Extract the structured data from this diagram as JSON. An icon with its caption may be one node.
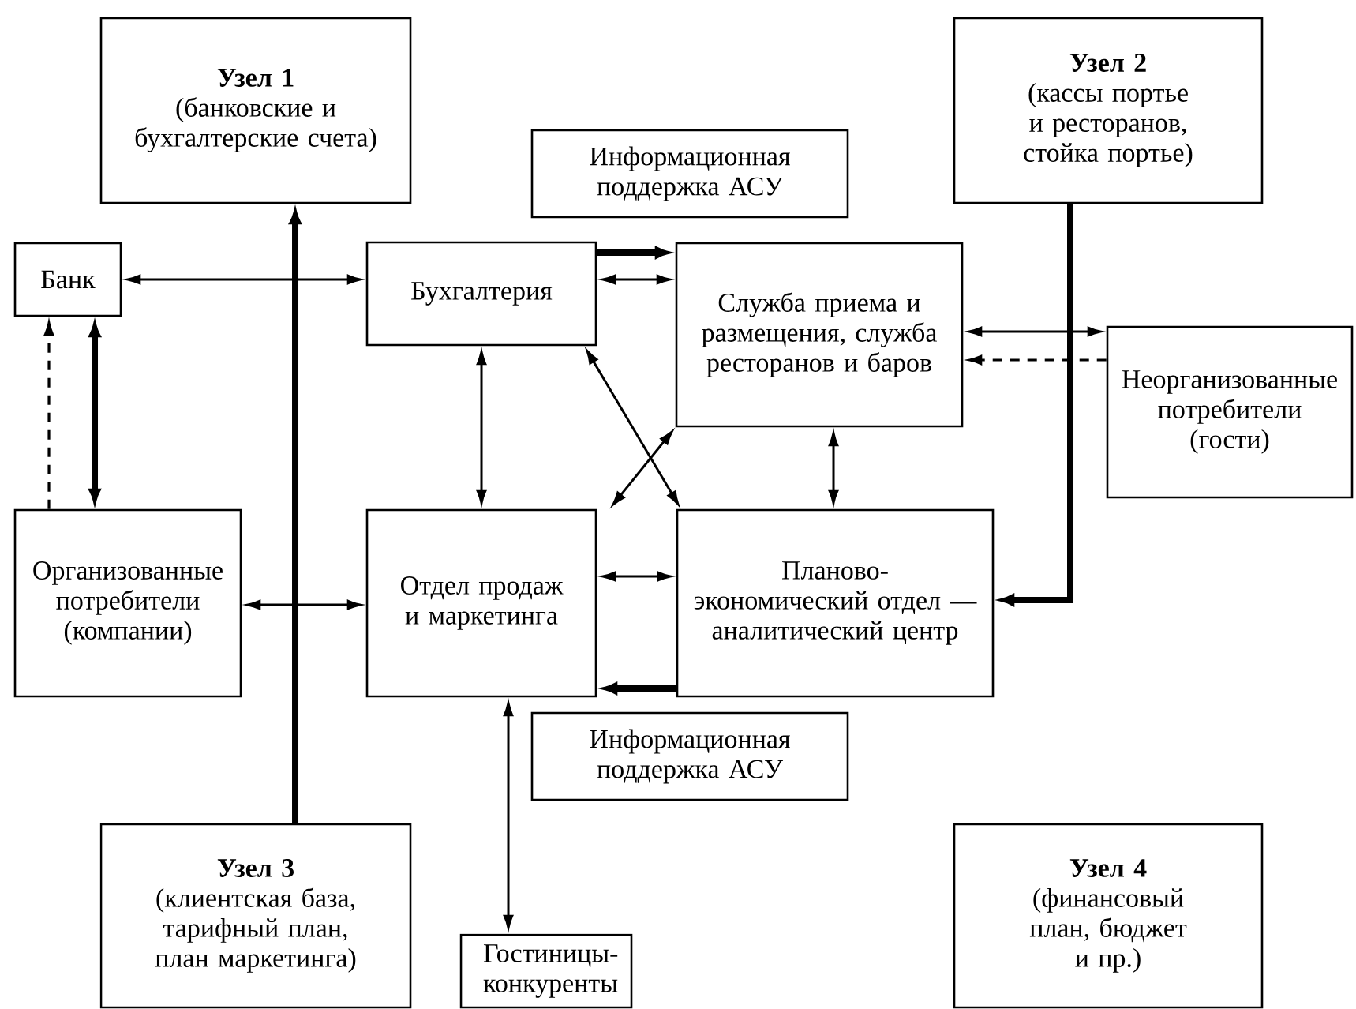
{
  "diagram": {
    "nodes": [
      {
        "text": [
          "Узел 1",
          "(банковские и бухгалтерские счета)"
        ]
      },
      {
        "text": [
          "Узел 2",
          "(кассы портье и ресторанов, стойка портье)"
        ]
      },
      {
        "text": [
          "Информационная поддержка АСУ"
        ]
      },
      {
        "text": [
          "Банк"
        ]
      },
      {
        "text": [
          "Бухгалтерия"
        ]
      },
      {
        "text": [
          "Служба приема и размещения, служба ресторанов и баров"
        ]
      },
      {
        "text": [
          "Неорганизованные потребители (гости)"
        ]
      },
      {
        "text": [
          "Организованные потребители (компании)"
        ]
      },
      {
        "text": [
          "Отдел продаж и маркетинга"
        ]
      },
      {
        "text": [
          "Планово-экономический отдел — аналитический центр"
        ]
      },
      {
        "text": [
          "Информационная поддержка АСУ"
        ]
      },
      {
        "text": [
          "Узел 3",
          "(клиентская база, тарифный план, план маркетинга)"
        ]
      },
      {
        "text": [
          "Гостиницы-конкуренты"
        ]
      },
      {
        "text": [
          "Узел 4",
          "(финансовый план, бюджет и пр.)"
        ]
      }
    ],
    "edges": [
      {
        "from": 3,
        "to": 4,
        "arrow": "both"
      },
      {
        "from": 7,
        "to": 3,
        "arrow": "to",
        "style": "dashed"
      },
      {
        "from": 3,
        "to": 7,
        "arrow": "both",
        "style": "thick"
      },
      {
        "from": 11,
        "to": 0,
        "arrow": "to",
        "style": "thick"
      },
      {
        "from": 4,
        "to": 5,
        "arrow": "to",
        "style": "thick"
      },
      {
        "from": 4,
        "to": 5,
        "arrow": "both"
      },
      {
        "from": 4,
        "to": 8,
        "arrow": "both"
      },
      {
        "from": 4,
        "to": 9,
        "arrow": "both"
      },
      {
        "from": 5,
        "to": 8,
        "arrow": "both"
      },
      {
        "from": 5,
        "to": 9,
        "arrow": "both"
      },
      {
        "from": 1,
        "to": 9,
        "arrow": "to",
        "style": "thick"
      },
      {
        "from": 5,
        "to": 6,
        "arrow": "both"
      },
      {
        "from": 6,
        "to": 5,
        "arrow": "to",
        "style": "dashed"
      },
      {
        "from": 8,
        "to": 9,
        "arrow": "both"
      },
      {
        "from": 9,
        "to": 8,
        "arrow": "to",
        "style": "thick"
      },
      {
        "from": 7,
        "to": 8,
        "arrow": "both"
      },
      {
        "from": 8,
        "to": 12,
        "arrow": "both"
      }
    ]
  }
}
